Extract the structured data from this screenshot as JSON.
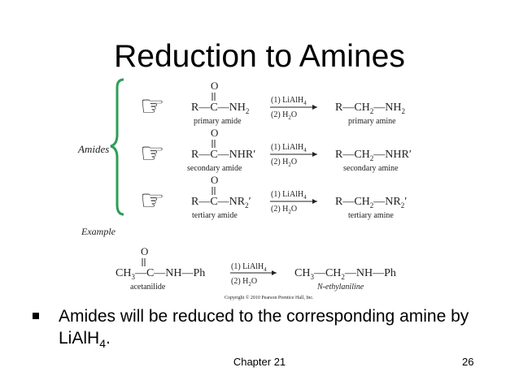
{
  "slide": {
    "title": "Reduction to Amines",
    "footer_chapter": "Chapter 21",
    "page_number": "26"
  },
  "figure": {
    "brace_label": "Amides",
    "example_label": "Example",
    "copyright": "Copyright © 2010 Pearson Prentice Hall, Inc.",
    "reagent_1": "(1) LiAlH",
    "reagent_1_sub": "4",
    "reagent_2": "(2) H",
    "reagent_2_sub": "2",
    "reagent_2_tail": "O",
    "rows": [
      {
        "reactant_name": "primary amide",
        "product_name": "primary amine",
        "reactant_pre": "R—C—NH",
        "reactant_sub": "2",
        "reactant_post": "",
        "product_pre": "R—CH",
        "product_sub": "2",
        "product_post": "—NH",
        "product_sub2": "2"
      },
      {
        "reactant_name": "secondary amide",
        "product_name": "secondary amine",
        "reactant_pre": "R—C—NHR′",
        "reactant_sub": "",
        "reactant_post": "",
        "product_pre": "R—CH",
        "product_sub": "2",
        "product_post": "—NHR′",
        "product_sub2": ""
      },
      {
        "reactant_name": "tertiary amide",
        "product_name": "tertiary amine",
        "reactant_pre": "R—C—NR",
        "reactant_sub": "2",
        "reactant_post": "′",
        "product_pre": "R—CH",
        "product_sub": "2",
        "product_post": "—NR",
        "product_sub2": "2",
        "product_tail": "′"
      }
    ],
    "example": {
      "reactant_pre": "CH",
      "reactant_sub": "3",
      "reactant_post": "—C—NH—Ph",
      "reactant_name": "acetanilide",
      "product_a": "CH",
      "product_a_sub": "3",
      "product_b": "—CH",
      "product_b_sub": "2",
      "product_c": "—NH—Ph",
      "product_name": "N-ethylaniline"
    },
    "carbonyl_o": "O",
    "hand_icon": "☞"
  },
  "bullet": {
    "text_main": "Amides will be reduced to the corresponding amine by LiAlH",
    "text_sub": "4",
    "text_tail": "."
  }
}
